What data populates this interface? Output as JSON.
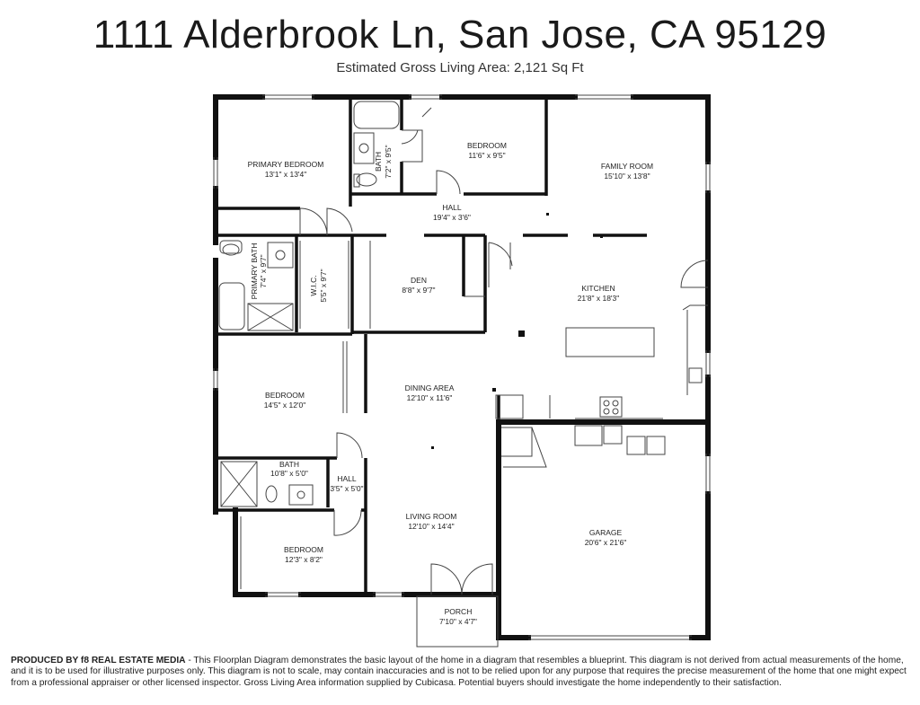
{
  "header": {
    "address": "1111 Alderbrook Ln, San Jose, CA 95129",
    "area": "Estimated Gross Living Area: 2,121 Sq Ft"
  },
  "rooms": {
    "primary_bedroom": {
      "name": "PRIMARY BEDROOM",
      "dim": "13'1\" x 13'4\""
    },
    "bath_top": {
      "name": "BATH",
      "dim": "7'2\" x 9'5\""
    },
    "bedroom_top": {
      "name": "BEDROOM",
      "dim": "11'6\" x 9'5\""
    },
    "family_room": {
      "name": "FAMILY ROOM",
      "dim": "15'10\" x 13'8\""
    },
    "hall_top": {
      "name": "HALL",
      "dim": "19'4\" x 3'6\""
    },
    "primary_bath": {
      "name": "PRIMARY BATH",
      "dim": "7'4\" x 9'7\""
    },
    "wic": {
      "name": "W.I.C.",
      "dim": "5'5\" x 9'7\""
    },
    "den": {
      "name": "DEN",
      "dim": "8'8\" x 9'7\""
    },
    "kitchen": {
      "name": "KITCHEN",
      "dim": "21'8\" x 18'3\""
    },
    "bedroom_mid": {
      "name": "BEDROOM",
      "dim": "14'5\" x 12'0\""
    },
    "dining_area": {
      "name": "DINING AREA",
      "dim": "12'10\" x 11'6\""
    },
    "bath_mid": {
      "name": "BATH",
      "dim": "10'8\" x 5'0\""
    },
    "hall_mid": {
      "name": "HALL",
      "dim": "3'5\" x 5'0\""
    },
    "living_room": {
      "name": "LIVING ROOM",
      "dim": "12'10\" x 14'4\""
    },
    "garage": {
      "name": "GARAGE",
      "dim": "20'6\" x 21'6\""
    },
    "bedroom_bottom": {
      "name": "BEDROOM",
      "dim": "12'3\" x 8'2\""
    },
    "porch": {
      "name": "PORCH",
      "dim": "7'10\" x 4'7\""
    }
  },
  "footer": {
    "lead": "PRODUCED BY f8 REAL ESTATE MEDIA",
    "body": " - This Floorplan Diagram demonstrates the basic layout of the home in a diagram that resembles a blueprint. This diagram is not derived from actual measurements of the home, and it is to be used for illustrative purposes only. This diagram is not to scale, may contain inaccuracies and is not to be relied upon for any purpose that requires the precise measurement of the home that one might expect from a professional appraiser or other licensed inspector. Gross Living Area information supplied by Cubicasa. Potential buyers should investigate the home independently to their satisfaction."
  }
}
